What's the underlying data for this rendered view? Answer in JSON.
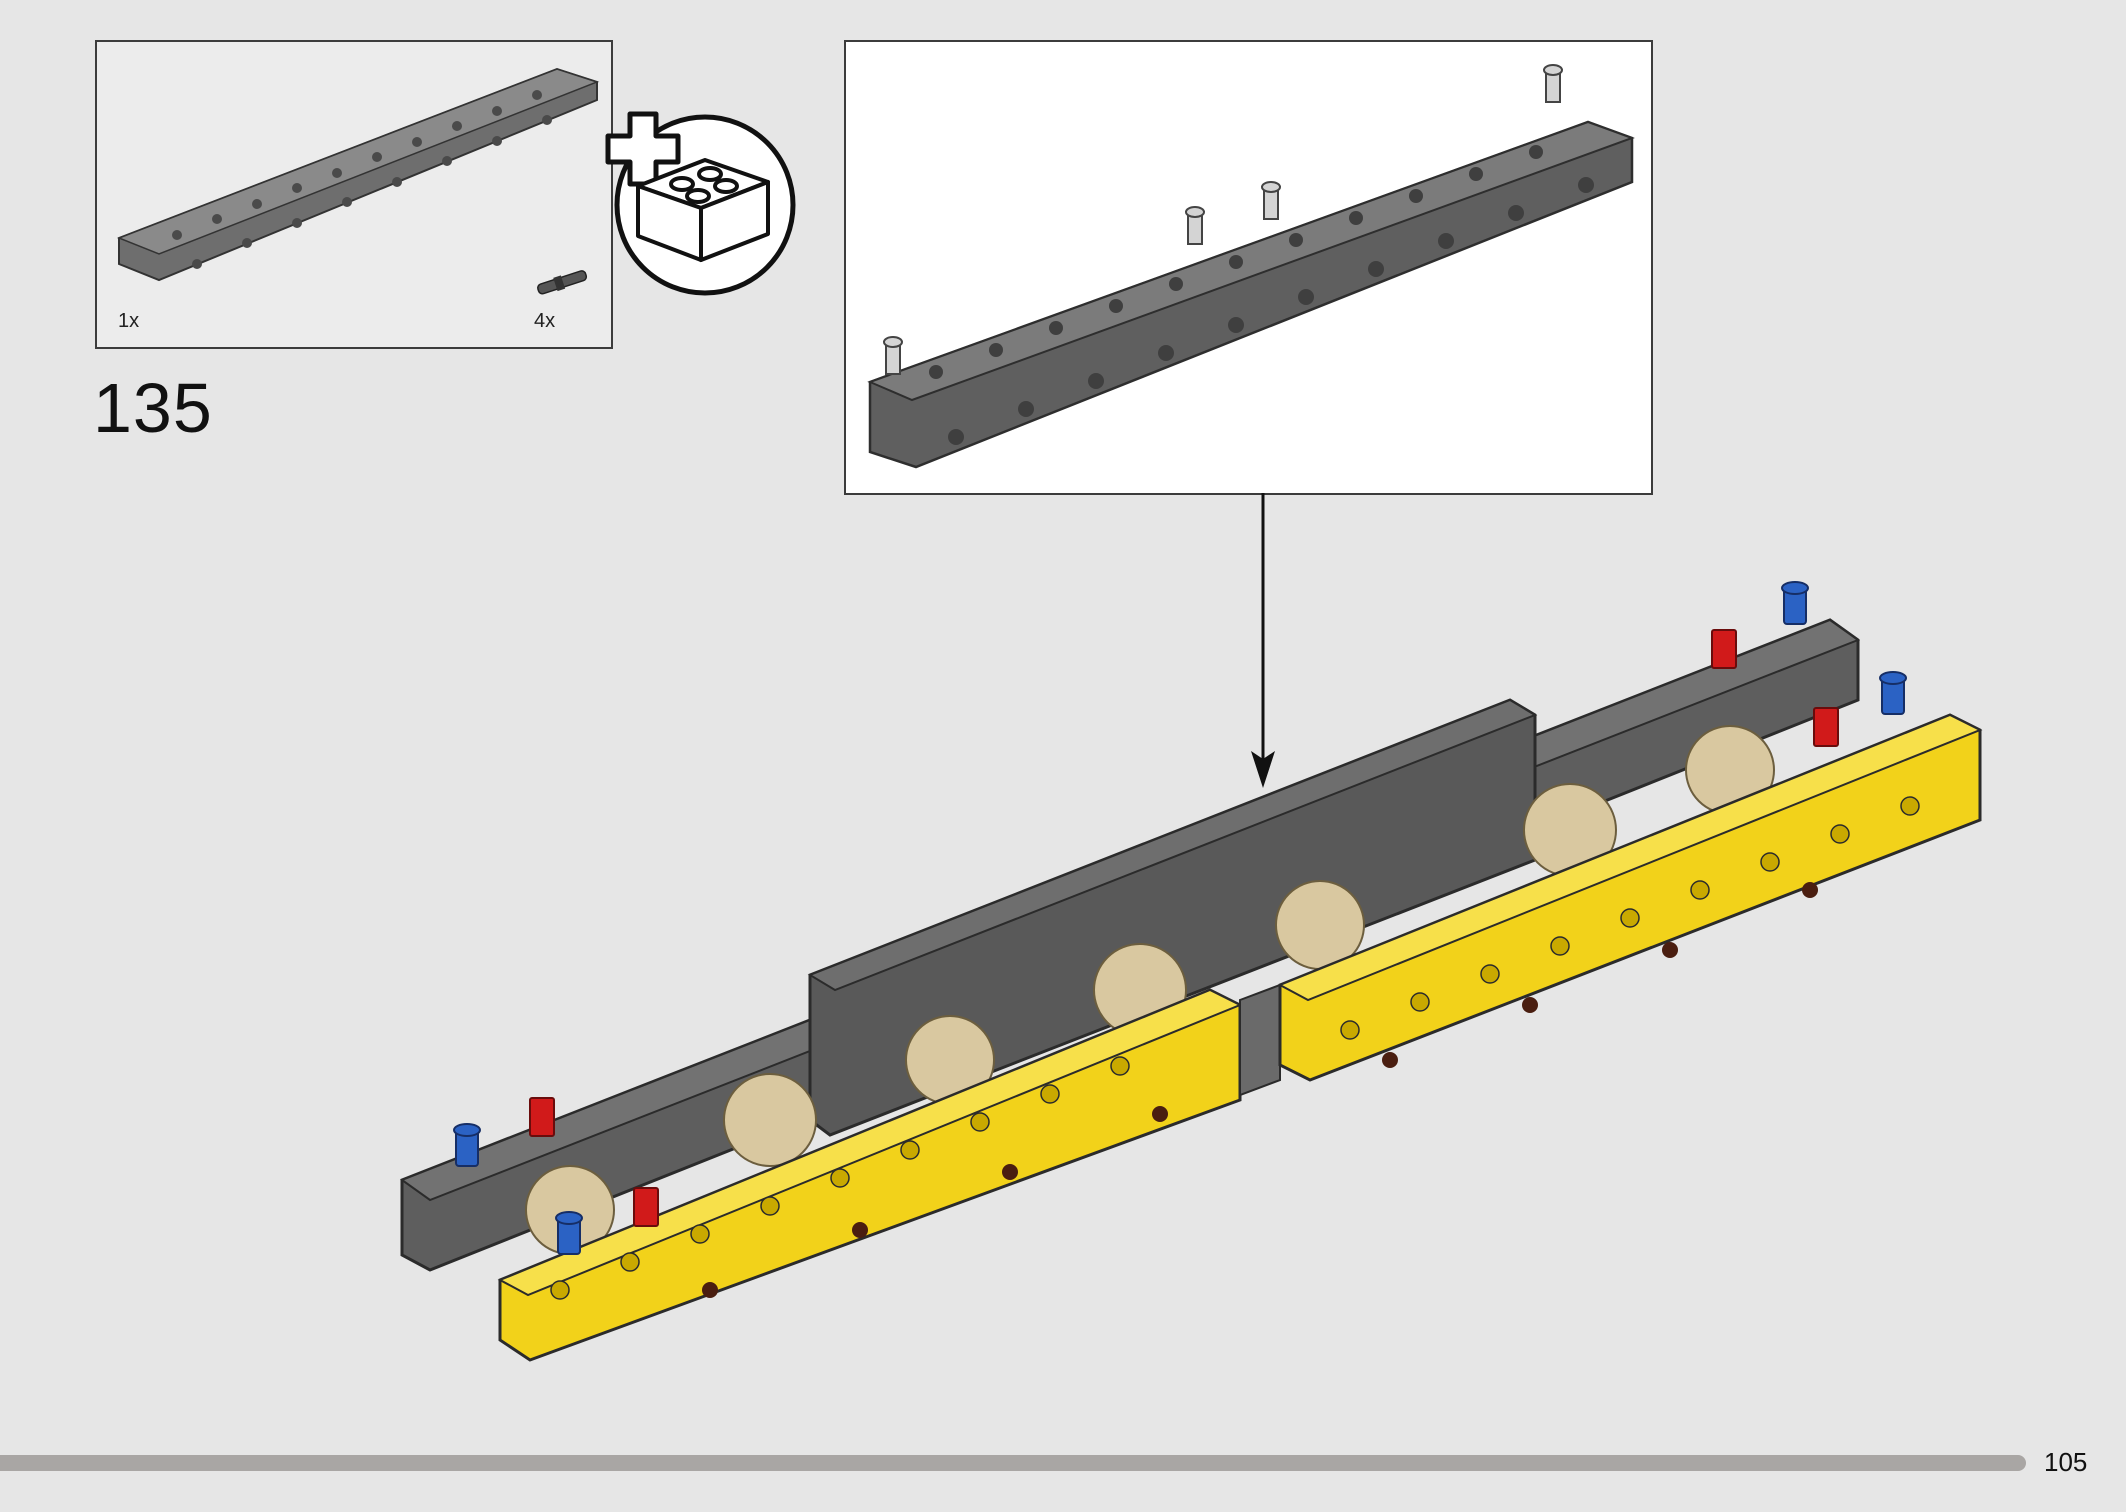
{
  "step": {
    "number": "135"
  },
  "parts_list": [
    {
      "quantity": "1x",
      "part_icon": "dark-grey-frame-beam-icon"
    },
    {
      "quantity": "4x",
      "part_icon": "technic-pin-icon"
    }
  ],
  "callout_icon": "add-subassembly-brick-icon",
  "page": {
    "number": "105"
  },
  "colors": {
    "background": "#e6e6e6",
    "dark_grey_part": "#6b6b6b",
    "yellow_part": "#f5d820",
    "blue_pin": "#2b62c4",
    "red_axle": "#d11a1a",
    "tan_gear": "#d9c8a0",
    "page_bar": "#a9a6a4"
  }
}
